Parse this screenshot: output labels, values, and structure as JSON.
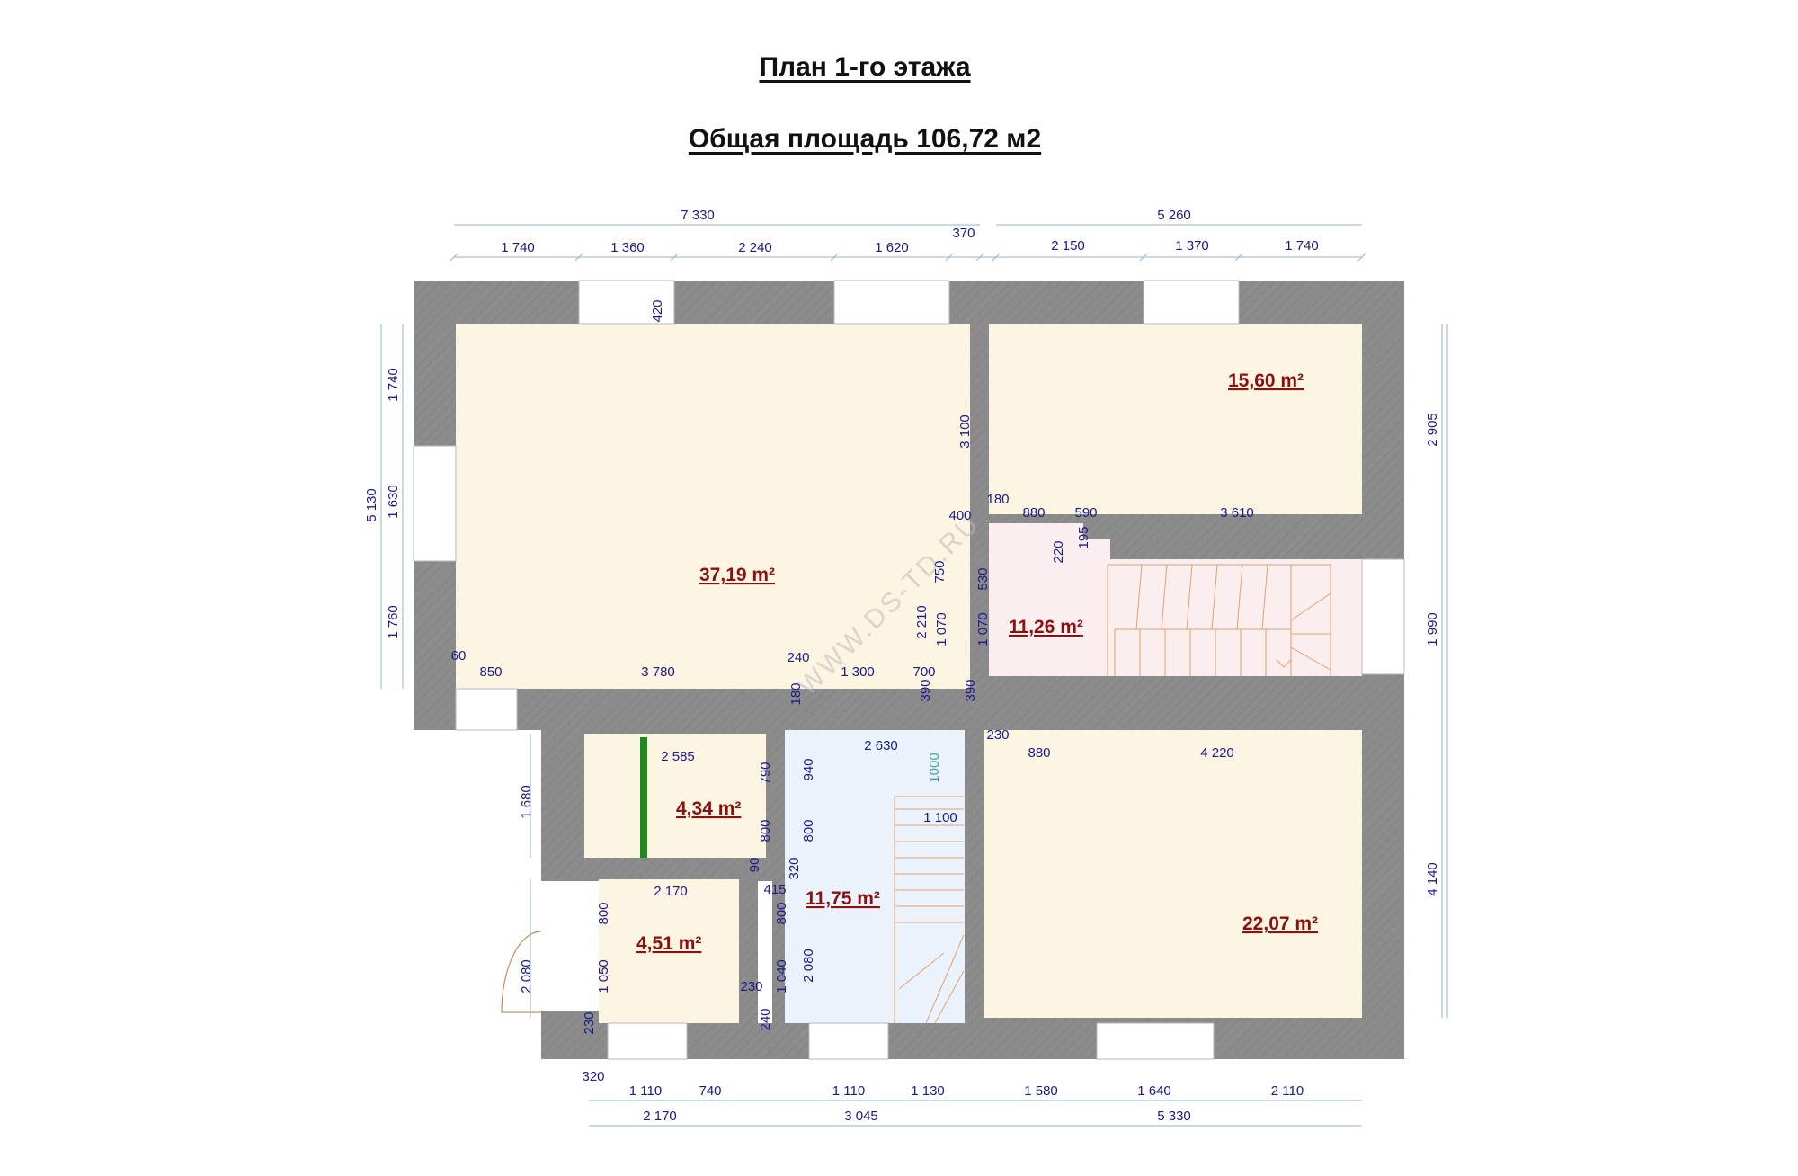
{
  "header": {
    "title": "План 1-го этажа",
    "total_area": "Общая площадь   106,72 м2"
  },
  "watermark": "WWW.DS-TD.RU",
  "colors": {
    "wall": "#8c8c8c",
    "room": "#fcf5e2",
    "stair_hall": "#fbeeee",
    "corridor": "#eaf3fb",
    "dimension_text": "#1a1a8a",
    "area_text": "#8b1010",
    "dimension_line": "#8fb3d6",
    "stair_line": "#e3a070",
    "door_accent": "#1d8a1d"
  },
  "rooms": [
    {
      "id": "living",
      "area": "37,19 m²"
    },
    {
      "id": "room-ne",
      "area": "15,60 m²"
    },
    {
      "id": "stair-hall",
      "area": "11,26 m²"
    },
    {
      "id": "room-se",
      "area": "22,07 m²"
    },
    {
      "id": "corridor",
      "area": "11,75 m²"
    },
    {
      "id": "closet-1",
      "area": "4,34 m²"
    },
    {
      "id": "bath",
      "area": "4,51 m²"
    }
  ],
  "dimensions": {
    "top_total_left": "7 330",
    "top_total_right": "5 260",
    "top_370": "370",
    "top_segments": [
      "1 740",
      "1 360",
      "2 240",
      "1 620",
      "2 150",
      "1 370",
      "1 740"
    ],
    "left_total": "5 130",
    "left_segments": [
      "1 740",
      "1 630",
      "1 760"
    ],
    "right_segments": [
      "2 905",
      "1 990",
      "4 140"
    ],
    "bottom_row1": [
      "320",
      "1 110",
      "740",
      "1 110",
      "1 130",
      "1 580",
      "1 640",
      "2 110"
    ],
    "bottom_row2": [
      "2 170",
      "3 045",
      "5 330"
    ],
    "interior": {
      "d420": "420",
      "d3100": "3 100",
      "d400": "400",
      "d180a": "180",
      "d880a": "880",
      "d590": "590",
      "d3610": "3 610",
      "d220": "220",
      "d195": "195",
      "d750": "750",
      "d530": "530",
      "d2210": "2 210",
      "d1070a": "1 070",
      "d1070b": "1 070",
      "d60": "60",
      "d850": "850",
      "d3780": "3 780",
      "d240a": "240",
      "d1300": "1 300",
      "d700": "700",
      "d180b": "180",
      "d390a": "390",
      "d390b": "390",
      "d230a": "230",
      "d2630": "2 630",
      "d1000": "1000",
      "d880b": "880",
      "d4220": "4 220",
      "d2585": "2 585",
      "d790": "790",
      "d940": "940",
      "d1680": "1 680",
      "d800a": "800",
      "d800b": "800",
      "d1100": "1 100",
      "d90": "90",
      "d320": "320",
      "d2170": "2 170",
      "d415": "415",
      "d800c": "800",
      "d800d": "800",
      "d2080a": "2 080",
      "d1050": "1 050",
      "d1040": "1 040",
      "d2080b": "2 080",
      "d230b": "230",
      "d230c": "230",
      "d240b": "240"
    }
  }
}
